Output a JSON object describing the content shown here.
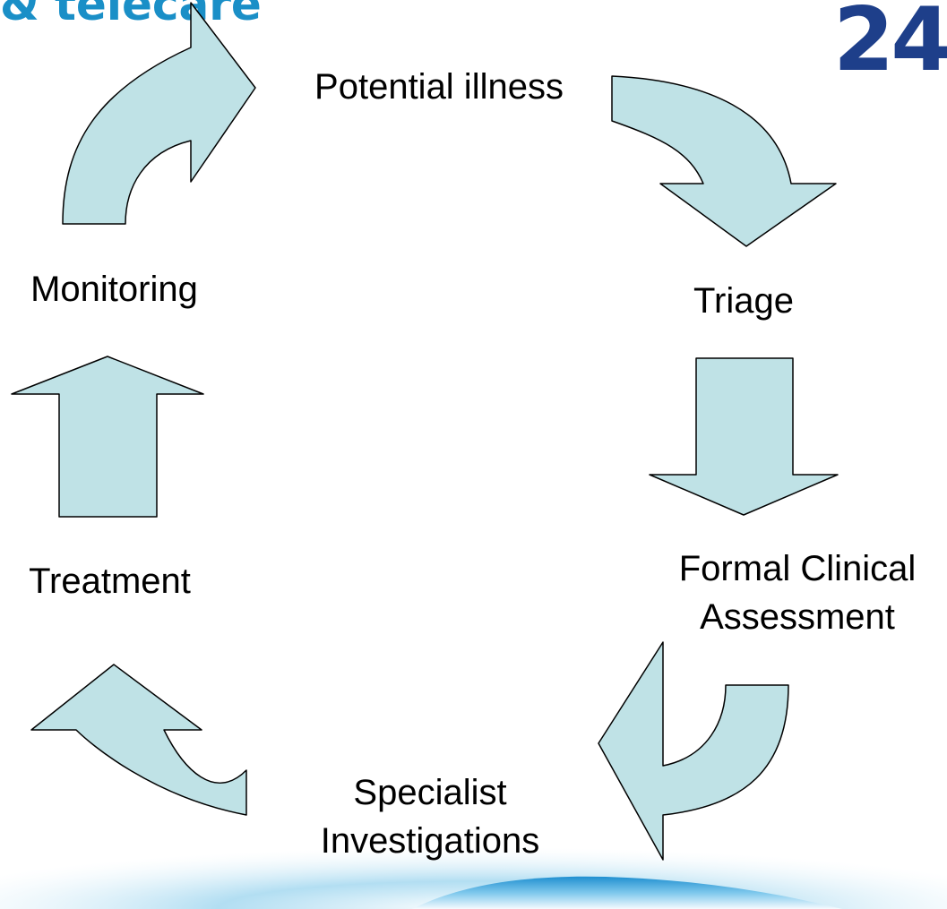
{
  "header": {
    "title_fragment": "& telecare",
    "badge_fragment": "24"
  },
  "cycle": {
    "stages": [
      {
        "key": "potential-illness",
        "lines": [
          "Potential illness"
        ]
      },
      {
        "key": "triage",
        "lines": [
          "Triage"
        ]
      },
      {
        "key": "formal-clinical-assessment",
        "lines": [
          "Formal Clinical",
          "Assessment"
        ]
      },
      {
        "key": "specialist-investigations",
        "lines": [
          "Specialist",
          "Investigations"
        ]
      },
      {
        "key": "treatment",
        "lines": [
          "Treatment"
        ]
      },
      {
        "key": "monitoring",
        "lines": [
          "Monitoring"
        ]
      }
    ]
  },
  "colors": {
    "arrow_fill": "#bfe2e6",
    "arrow_stroke": "#000000",
    "header_title": "#1a8fc7",
    "header_badge": "#1e3f8a",
    "footer_glow": "#2c9fd6"
  }
}
